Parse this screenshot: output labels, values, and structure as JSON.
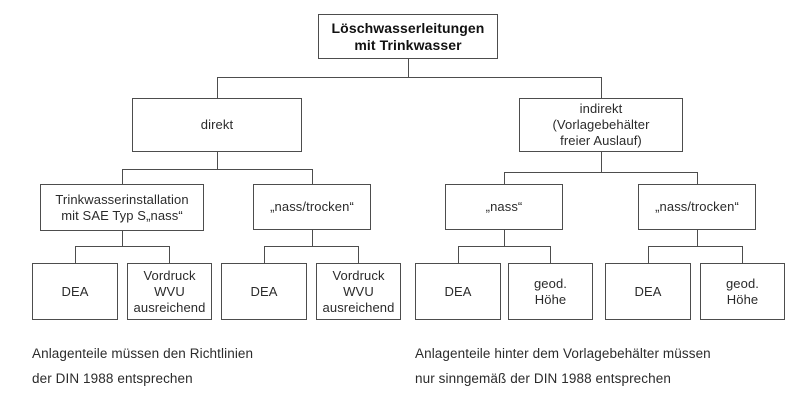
{
  "root": {
    "label": "Löschwasserleitungen\nmit Trinkwasser"
  },
  "level1": {
    "direkt": {
      "label": "direkt"
    },
    "indirekt": {
      "label": "indirekt\n(Vorlagebehälter\nfreier Auslauf)"
    }
  },
  "level2": {
    "trinkwasserinstallation": {
      "label": "Trinkwasserinstallation\nmit SAE Typ S„nass“"
    },
    "nass_trocken_links": {
      "label": "„nass/trocken“"
    },
    "nass": {
      "label": "„nass“"
    },
    "nass_trocken_rechts": {
      "label": "„nass/trocken“"
    }
  },
  "level3": {
    "dea_1": {
      "label": "DEA"
    },
    "vordruck_1": {
      "label": "Vordruck\nWVU\nausreichend"
    },
    "dea_2": {
      "label": "DEA"
    },
    "vordruck_2": {
      "label": "Vordruck\nWVU\nausreichend"
    },
    "dea_3": {
      "label": "DEA"
    },
    "geod_hoehe_1": {
      "label": "geod.\nHöhe"
    },
    "dea_4": {
      "label": "DEA"
    },
    "geod_hoehe_2": {
      "label": "geod.\nHöhe"
    }
  },
  "captions": {
    "left": "Anlagenteile müssen den Richtlinien\nder DIN 1988 entsprechen",
    "right": "Anlagenteile hinter dem Vorlagebehälter müssen\nnur sinngemäß der DIN 1988 entsprechen"
  },
  "colors": {
    "line": "#4d4d4d",
    "text": "#2b2b2b",
    "background": "#ffffff"
  }
}
